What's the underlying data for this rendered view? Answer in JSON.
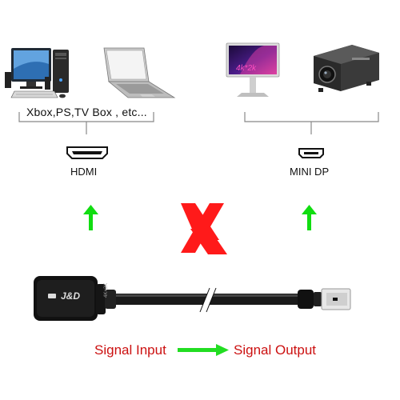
{
  "devices_left": {
    "caption": "Xbox,PS,TV Box , etc..."
  },
  "monitor_screen": {
    "resolution_text": "4k*2k"
  },
  "ports": {
    "hdmi": {
      "label": "HDMI"
    },
    "mini_dp": {
      "label": "MINI DP"
    }
  },
  "adapter": {
    "brand": "J&D",
    "side_text": "4K×2K"
  },
  "signal": {
    "input": "Signal Input",
    "output": "Signal Output",
    "text_color": "#cc1111",
    "arrow_color": "#22dd22"
  },
  "cross_color": "#ff1a1a",
  "up_arrow_color": "#11dd11",
  "icons": [
    "desktop-computer",
    "laptop",
    "monitor",
    "projector",
    "hdmi-port",
    "mini-dp-port",
    "cross-mark",
    "up-arrow",
    "right-arrow",
    "cable-break"
  ]
}
